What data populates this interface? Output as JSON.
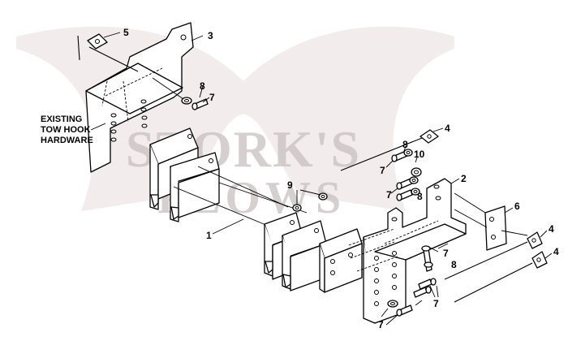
{
  "watermark": {
    "line1": "STORK'S",
    "line2": "PLOWS",
    "color": "#d8c8c8"
  },
  "callout": {
    "line1": "EXISTING",
    "line2": "TOW HOOK",
    "line3": "HARDWARE"
  },
  "part_labels": {
    "p1": "1",
    "p2": "2",
    "p3": "3",
    "p4a": "4",
    "p4b": "4",
    "p4c": "4",
    "p5": "5",
    "p6": "6",
    "p7a": "7",
    "p7b": "7",
    "p7c": "7",
    "p7d": "7",
    "p7e": "7",
    "p7f": "7",
    "p8a": "8",
    "p8b": "8",
    "p8c": "8",
    "p8d": "8",
    "p9": "9",
    "p10": "10"
  }
}
